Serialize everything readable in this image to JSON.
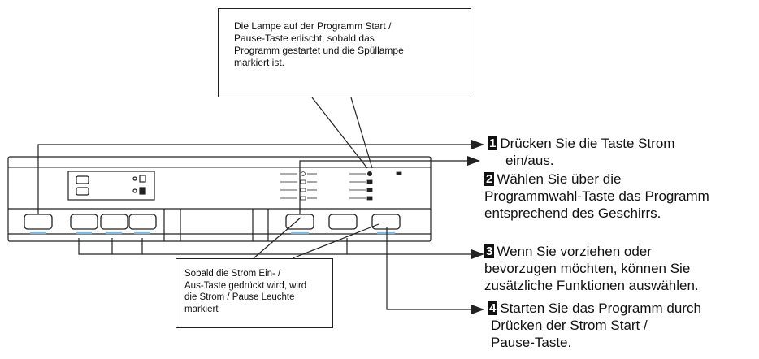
{
  "callout_top": {
    "lines": [
      "Die Lampe auf der Programm Start /",
      "Pause-Taste erlischt, sobald das",
      "Programm gestartet und die Spüllampe",
      "markiert ist."
    ]
  },
  "callout_bottom": {
    "lines": [
      "Sobald die Strom Ein- /",
      "Aus-Taste gedrückt wird, wird",
      "die Strom / Pause Leuchte",
      "markiert"
    ]
  },
  "steps": [
    {
      "number": "1",
      "lines": [
        "Drücken Sie die Taste Strom",
        "ein/aus."
      ]
    },
    {
      "number": "2",
      "lines": [
        "Wählen Sie über die",
        "Programmwahl-Taste das Programm",
        "entsprechend des Geschirrs."
      ]
    },
    {
      "number": "3",
      "lines": [
        "Wenn Sie vorziehen oder",
        "bevorzugen möchten, können Sie",
        "zusätzliche Funktionen auswählen."
      ]
    },
    {
      "number": "4",
      "lines": [
        "Starten Sie das Programm durch",
        "Drücken der Strom Start /",
        "Pause-Taste."
      ]
    }
  ],
  "colors": {
    "line": "#222222",
    "button_underline": "#7fb8e0",
    "number_badge_bg": "#111111"
  }
}
